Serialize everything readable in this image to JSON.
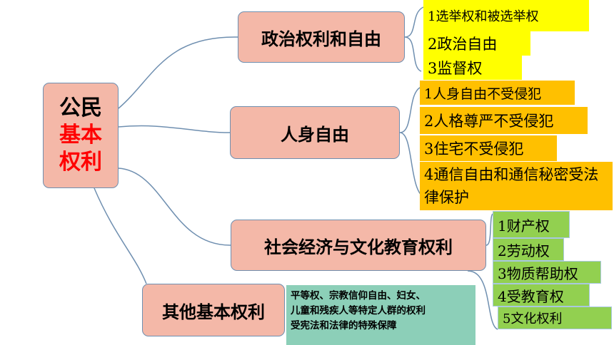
{
  "root": {
    "line1": "公民",
    "line2": "基本",
    "line3": "权利"
  },
  "branches": [
    {
      "label": "政治权利和自由",
      "items": [
        "1选举权和被选举权",
        "2政治自由",
        "3监督权"
      ]
    },
    {
      "label": "人身自由",
      "items": [
        "1人身自由不受侵犯",
        "2人格尊严不受侵犯",
        "3住宅不受侵犯",
        "4通信自由和通信秘密受法律保护"
      ]
    },
    {
      "label": "社会经济与文化教育权利",
      "items": [
        "1财产权",
        "2劳动权",
        "3物质帮助权",
        "4受教育权",
        "5文化权利"
      ]
    },
    {
      "label": "其他基本权利",
      "note_lines": [
        "平等权、宗教信仰自由、妇女、",
        "儿童和残疾人等特定人群的权利",
        "受宪法和法律的特殊保障"
      ]
    }
  ],
  "colors": {
    "node_fill": "#f4b8a8",
    "root_highlight": "#ff0000",
    "politics": "#ffff00",
    "person": "#ffc000",
    "social": "#92d050",
    "note": "#8ccfb8",
    "link": "#6f8fb0"
  }
}
